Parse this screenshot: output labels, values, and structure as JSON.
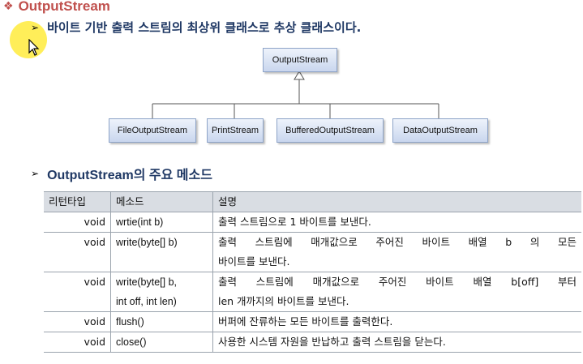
{
  "title": {
    "bullet": "❖",
    "text": "OutputStream"
  },
  "description": {
    "bullet": "➢",
    "text": "바이트 기반 출력 스트림의 최상위 클래스로 추상 클래스이다."
  },
  "diagram": {
    "parent": "OutputStream",
    "children": [
      "FileOutputStream",
      "PrintStream",
      "BufferedOutputStream",
      "DataOutputStream"
    ]
  },
  "section": {
    "bullet": "➢",
    "text": "OutputStream의 주요 메소드"
  },
  "table": {
    "headers": [
      "리턴타입",
      "메소드",
      "설명"
    ],
    "rows": [
      {
        "type": "void",
        "method": [
          "wrtie(int b)"
        ],
        "desc": [
          "출력 스트림으로 1 바이트를 보낸다."
        ]
      },
      {
        "type": "void",
        "method": [
          "write(byte[] b)"
        ],
        "desc": [
          "출력 스트림에 매개값으로 주어진 바이트 배열 b 의 모든",
          "바이트를 보낸다."
        ]
      },
      {
        "type": "void",
        "method": [
          "write(byte[] b,",
          "int off, int len)"
        ],
        "desc": [
          "출력 스트림에 매개값으로 주어진 바이트 배열 b[off] 부터",
          "len 개까지의 바이트를 보낸다."
        ]
      },
      {
        "type": "void",
        "method": [
          "flush()"
        ],
        "desc": [
          "버퍼에 잔류하는 모든 바이트를 출력한다."
        ]
      },
      {
        "type": "void",
        "method": [
          "close()"
        ],
        "desc": [
          "사용한 시스템 자원을 반납하고 출력 스트림을 닫는다."
        ]
      }
    ]
  }
}
